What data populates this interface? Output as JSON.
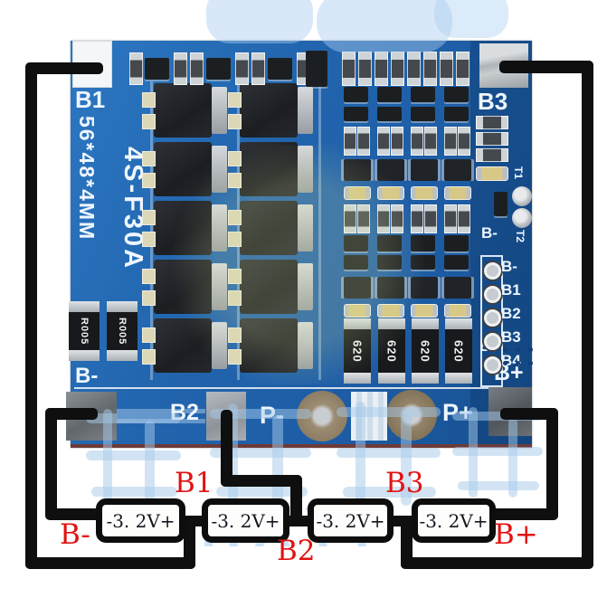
{
  "board": {
    "model": "4S-F30A",
    "dimensions": "56*48*4MM",
    "pads": {
      "top_left": "B1",
      "top_right": "B3",
      "bottom_left": "B-",
      "bottom_mid": "B2",
      "bottom_right": "B+",
      "p_minus": "P-",
      "p_plus": "P+",
      "inner_b_minus": "B-",
      "inner_b_plus": "B+"
    },
    "test_points": {
      "t1": "T1",
      "t2": "T2"
    },
    "balance_header_labels": [
      "B-",
      "B1",
      "B2",
      "B3",
      "B4"
    ],
    "shunt_resistor_labels": [
      "R005",
      "R005"
    ],
    "power_resistor_labels": [
      "620",
      "620",
      "620",
      "620"
    ]
  },
  "diagram": {
    "cell_labels": [
      "-3. 2V+",
      "-3. 2V+",
      "-3. 2V+",
      "-3. 2V+"
    ],
    "labels": {
      "b_minus": "B-",
      "b1": "B1",
      "b2": "B2",
      "b3": "B3",
      "b_plus": "B+"
    }
  },
  "watermark": {
    "latin": "HXYP",
    "cn": "美轩优品"
  }
}
